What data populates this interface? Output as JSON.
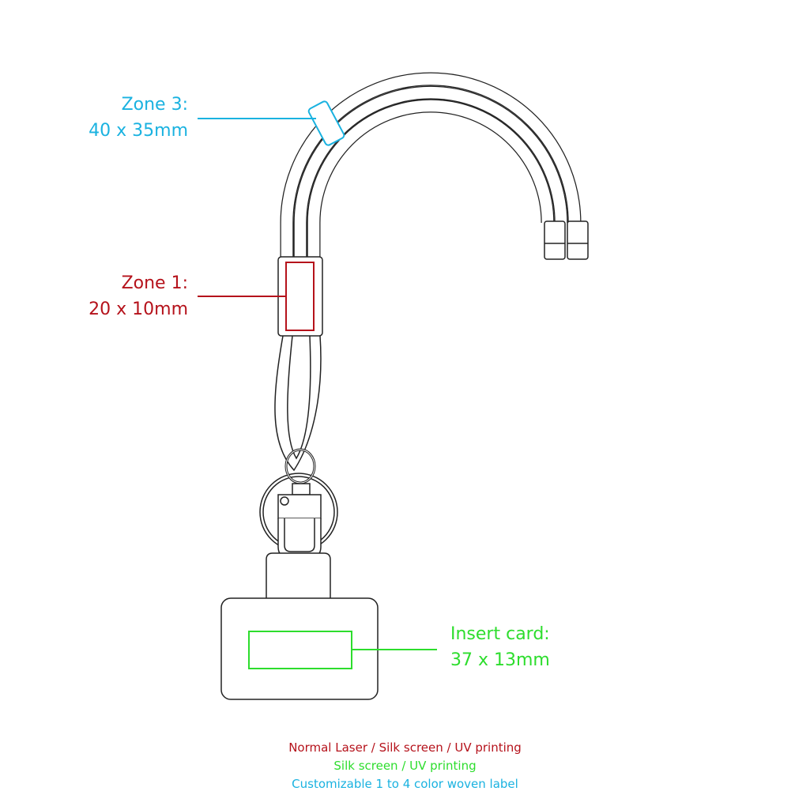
{
  "zones": {
    "zone3": {
      "title": "Zone 3:",
      "size": "40 x 35mm",
      "color": "#1ab2e0"
    },
    "zone1": {
      "title": "Zone 1:",
      "size": "20 x 10mm",
      "color": "#b5121b"
    },
    "insert": {
      "title": "Insert card:",
      "size": "37 x 13mm",
      "color": "#2ddd2d"
    }
  },
  "legend": [
    {
      "text": "Normal Laser /  Silk screen / UV printing",
      "color": "#b5121b"
    },
    {
      "text": "Silk screen / UV printing",
      "color": "#2ddd2d"
    },
    {
      "text": "Customizable 1 to 4 color woven label",
      "color": "#1ab2e0"
    }
  ]
}
